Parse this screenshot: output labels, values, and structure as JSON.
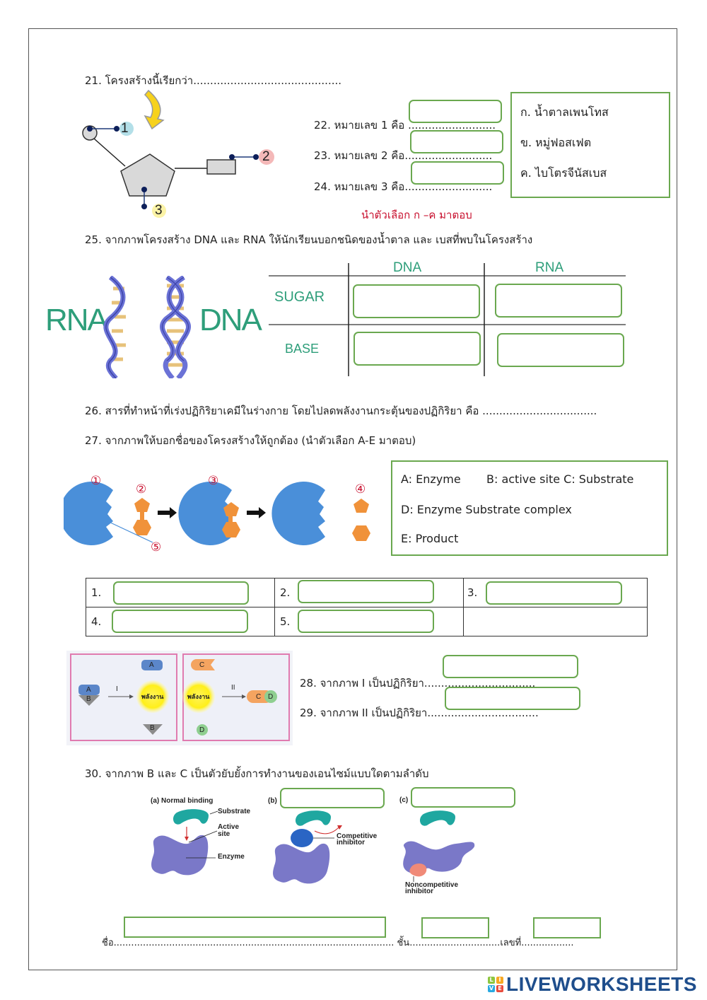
{
  "q21": {
    "text": "21. โครงสร้างนี้เรียกว่า",
    "dots": "............................................"
  },
  "nucleotide_diagram": {
    "labels": [
      "1",
      "2",
      "3"
    ]
  },
  "q22": {
    "text": "22. หมายเลข 1 คือ",
    "dots": "..........................",
    "answer": ""
  },
  "q23": {
    "text": "23. หมายเลข 2 คือ",
    "dots": "..........................",
    "answer": ""
  },
  "q24": {
    "text": "24. หมายเลข 3 คือ",
    "dots": "..........................",
    "answer": ""
  },
  "options_21_24": {
    "items": [
      "ก. น้ำตาลเพนโทส",
      "ข. หมู่ฟอสเฟต",
      "ค. ไบโตรจีนัสเบส"
    ],
    "instruction": "นำตัวเลือก ก –ค มาตอบ"
  },
  "q25": {
    "text": "25. จากภาพโครงสร้าง DNA และ RNA ให้นักเรียนบอกชนิดของน้ำตาล และ เบสที่พบในโครงสร้าง",
    "image_labels": {
      "rna": "RNA",
      "dna": "DNA"
    },
    "table": {
      "columns": [
        "DNA",
        "RNA"
      ],
      "rows": [
        "SUGAR",
        "BASE"
      ],
      "answers": [
        [
          "",
          ""
        ],
        [
          "",
          ""
        ]
      ]
    }
  },
  "q26": {
    "text": "26. สารที่ทำหน้าที่เร่งปฏิกิริยาเคมีในร่างกาย โดยไปลดพลังงานกระตุ้นของปฏิกิริยา คือ",
    "dots": ".................................."
  },
  "q27": {
    "text": "27. จากภาพให้บอกชื่อของโครงสร้างให้ถูกต้อง (นำตัวเลือก A-E มาตอบ)",
    "diagram_numbers": [
      "①",
      "②",
      "③",
      "④",
      "⑤"
    ],
    "options": [
      "A: Enzyme",
      "B: active site C: Substrate",
      "D: Enzyme Substrate complex",
      "E: Product"
    ],
    "answer_cells": [
      {
        "label": "1.",
        "value": ""
      },
      {
        "label": "2.",
        "value": ""
      },
      {
        "label": "3.",
        "value": ""
      },
      {
        "label": "4.",
        "value": ""
      },
      {
        "label": "5.",
        "value": ""
      }
    ]
  },
  "reaction_diagram": {
    "panel1": {
      "arrow_label": "I",
      "top_block": "A",
      "bottom_block": "B",
      "energy": "พลังงาน",
      "product_a": "A",
      "product_b": "B"
    },
    "panel2": {
      "arrow_label": "II",
      "reactant_c": "C",
      "reactant_d": "D",
      "energy": "พลังงาน",
      "product_c": "C",
      "product_d": "D"
    }
  },
  "q28": {
    "text": "28. จากภาพ I เป็นปฏิกิริยา",
    "dots": ".................................",
    "answer": ""
  },
  "q29": {
    "text": "29. จากภาพ II เป็นปฏิกิริยา",
    "dots": ".................................",
    "answer": ""
  },
  "q30": {
    "text": "30. จากภาพ B  และ  C   เป็นตัวยับยั้งการทำงานของเอนไซม์แบบใดตามลำดับ",
    "panels": {
      "a": {
        "title": "(a) Normal binding",
        "substrate": "Substrate",
        "active_site_1": "Active",
        "active_site_2": "site",
        "enzyme": "Enzyme"
      },
      "b": {
        "title": "(b)",
        "inhibitor_1": "Competitive",
        "inhibitor_2": "inhibitor",
        "answer": ""
      },
      "c": {
        "title": "(c)",
        "inhibitor_1": "Noncompetitive",
        "inhibitor_2": "inhibitor",
        "answer": ""
      }
    }
  },
  "footer": {
    "name_label": "ชื่อ",
    "name_dots": "................................................................................................",
    "name_value": "",
    "class_label": "ชั้น",
    "class_dots": "...............................",
    "class_value": "",
    "number_label": "เลขที่",
    "number_dots": "..................",
    "number_value": ""
  },
  "brand": {
    "logo_letters": [
      "L",
      "I",
      "V",
      "E"
    ],
    "logo_colors": [
      "#8dc63f",
      "#f7a823",
      "#29a9e1",
      "#e94b3c"
    ],
    "name": "LIVEWORKSHEETS"
  }
}
